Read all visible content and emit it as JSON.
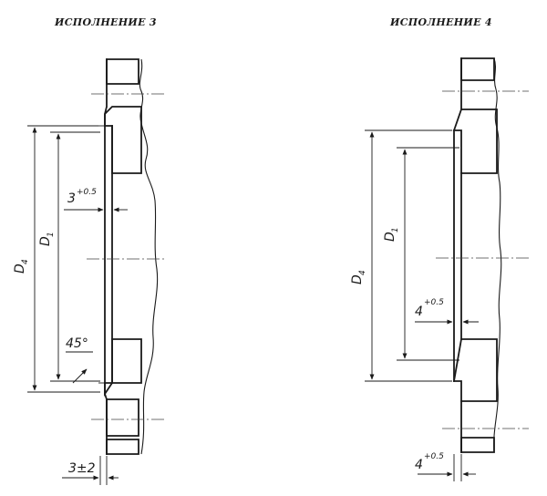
{
  "views": [
    {
      "title": "ИСПОЛНЕНИЕ 3",
      "dim_step": "3",
      "dim_step_tol": "+0.5",
      "dim_outer": "3±2",
      "dim_angle": "45°",
      "dim_d1": "D1",
      "dim_d4": "D4",
      "dim_d1_sub": "1",
      "dim_d4_sub": "4"
    },
    {
      "title": "ИСПОЛНЕНИЕ 4",
      "dim_step": "4",
      "dim_step_tol": "+0.5",
      "dim_outer": "4",
      "dim_outer_tol": "+0.5",
      "dim_d1": "D1",
      "dim_d4": "D4",
      "dim_d1_sub": "1",
      "dim_d4_sub": "4"
    }
  ],
  "colors": {
    "ink": "#1a1a1a",
    "paper": "#ffffff"
  }
}
